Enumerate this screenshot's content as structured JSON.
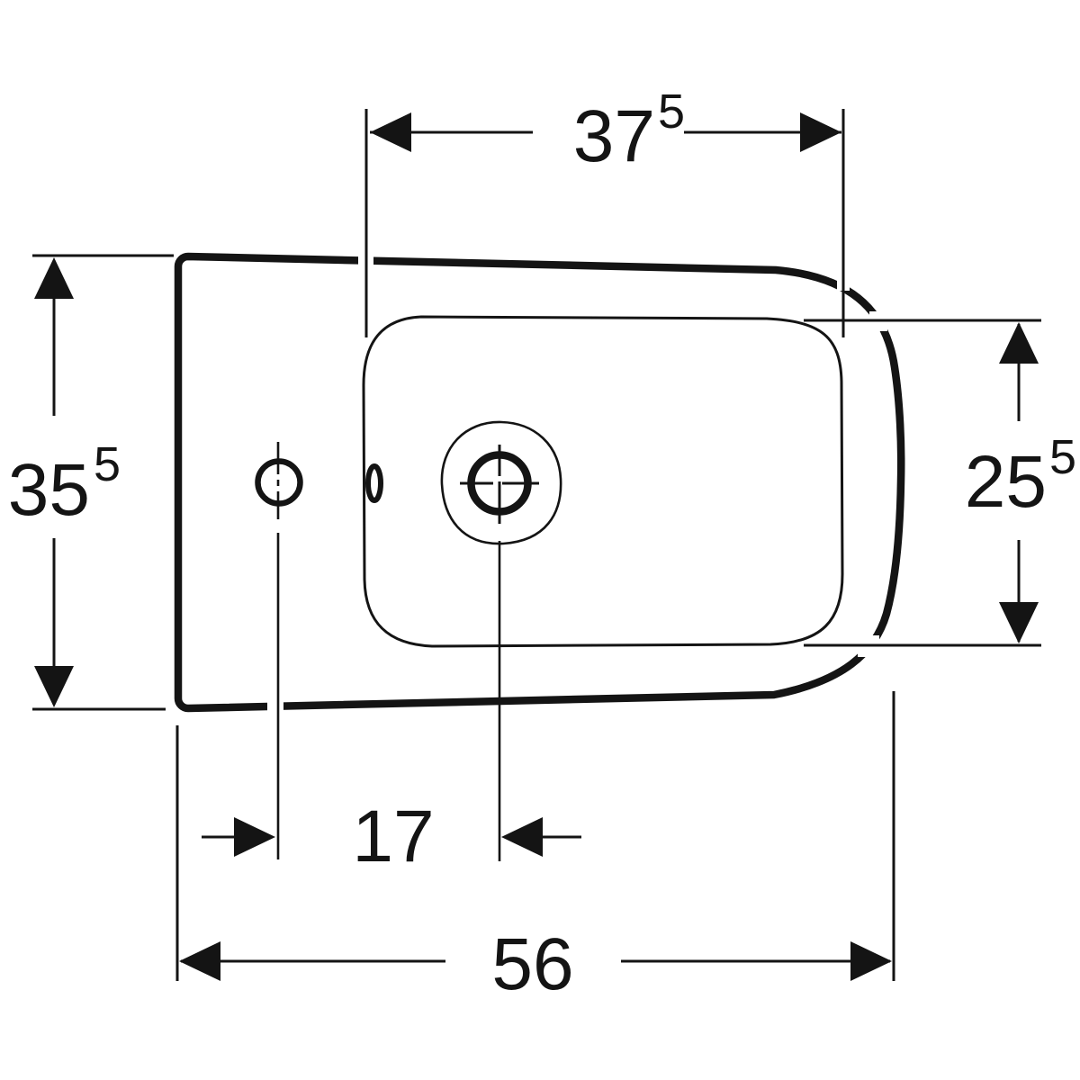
{
  "drawing": {
    "colors": {
      "background": "#ffffff",
      "line": "#141414"
    },
    "dimensions": {
      "top_width": {
        "main": "37",
        "sup": "5"
      },
      "left_depth": {
        "main": "35",
        "sup": "5"
      },
      "right_basin_depth": {
        "main": "25",
        "sup": "5"
      },
      "tap_hole_offset": {
        "main": "17",
        "sup": ""
      },
      "overall_width": {
        "main": "56",
        "sup": ""
      }
    }
  }
}
